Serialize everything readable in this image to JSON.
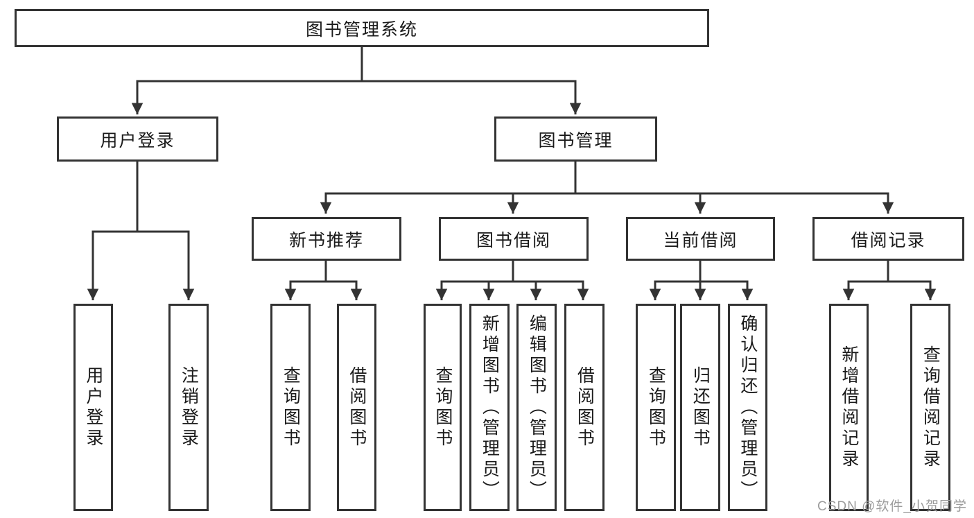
{
  "tree": {
    "label": "图书管理系统",
    "children": [
      {
        "label": "用户登录",
        "children": [
          {
            "label": "用户登录"
          },
          {
            "label": "注销登录"
          }
        ]
      },
      {
        "label": "图书管理",
        "children": [
          {
            "label": "新书推荐",
            "children": [
              {
                "label": "查询图书"
              },
              {
                "label": "借阅图书"
              }
            ]
          },
          {
            "label": "图书借阅",
            "children": [
              {
                "label": "查询图书"
              },
              {
                "label": "新增图书（管理员）"
              },
              {
                "label": "编辑图书（管理员）"
              },
              {
                "label": "借阅图书"
              }
            ]
          },
          {
            "label": "当前借阅",
            "children": [
              {
                "label": "查询图书"
              },
              {
                "label": "归还图书"
              },
              {
                "label": "确认归还（管理员）"
              }
            ]
          },
          {
            "label": "借阅记录",
            "children": [
              {
                "label": "新增借阅记录"
              },
              {
                "label": "查询借阅记录"
              }
            ]
          }
        ]
      }
    ]
  },
  "watermark": {
    "text": "CSDN @软件_小贺同学",
    "color": "#9c9c9c"
  },
  "colors": {
    "line": "#333333",
    "text": "#1a1a1a",
    "background": "#ffffff"
  }
}
